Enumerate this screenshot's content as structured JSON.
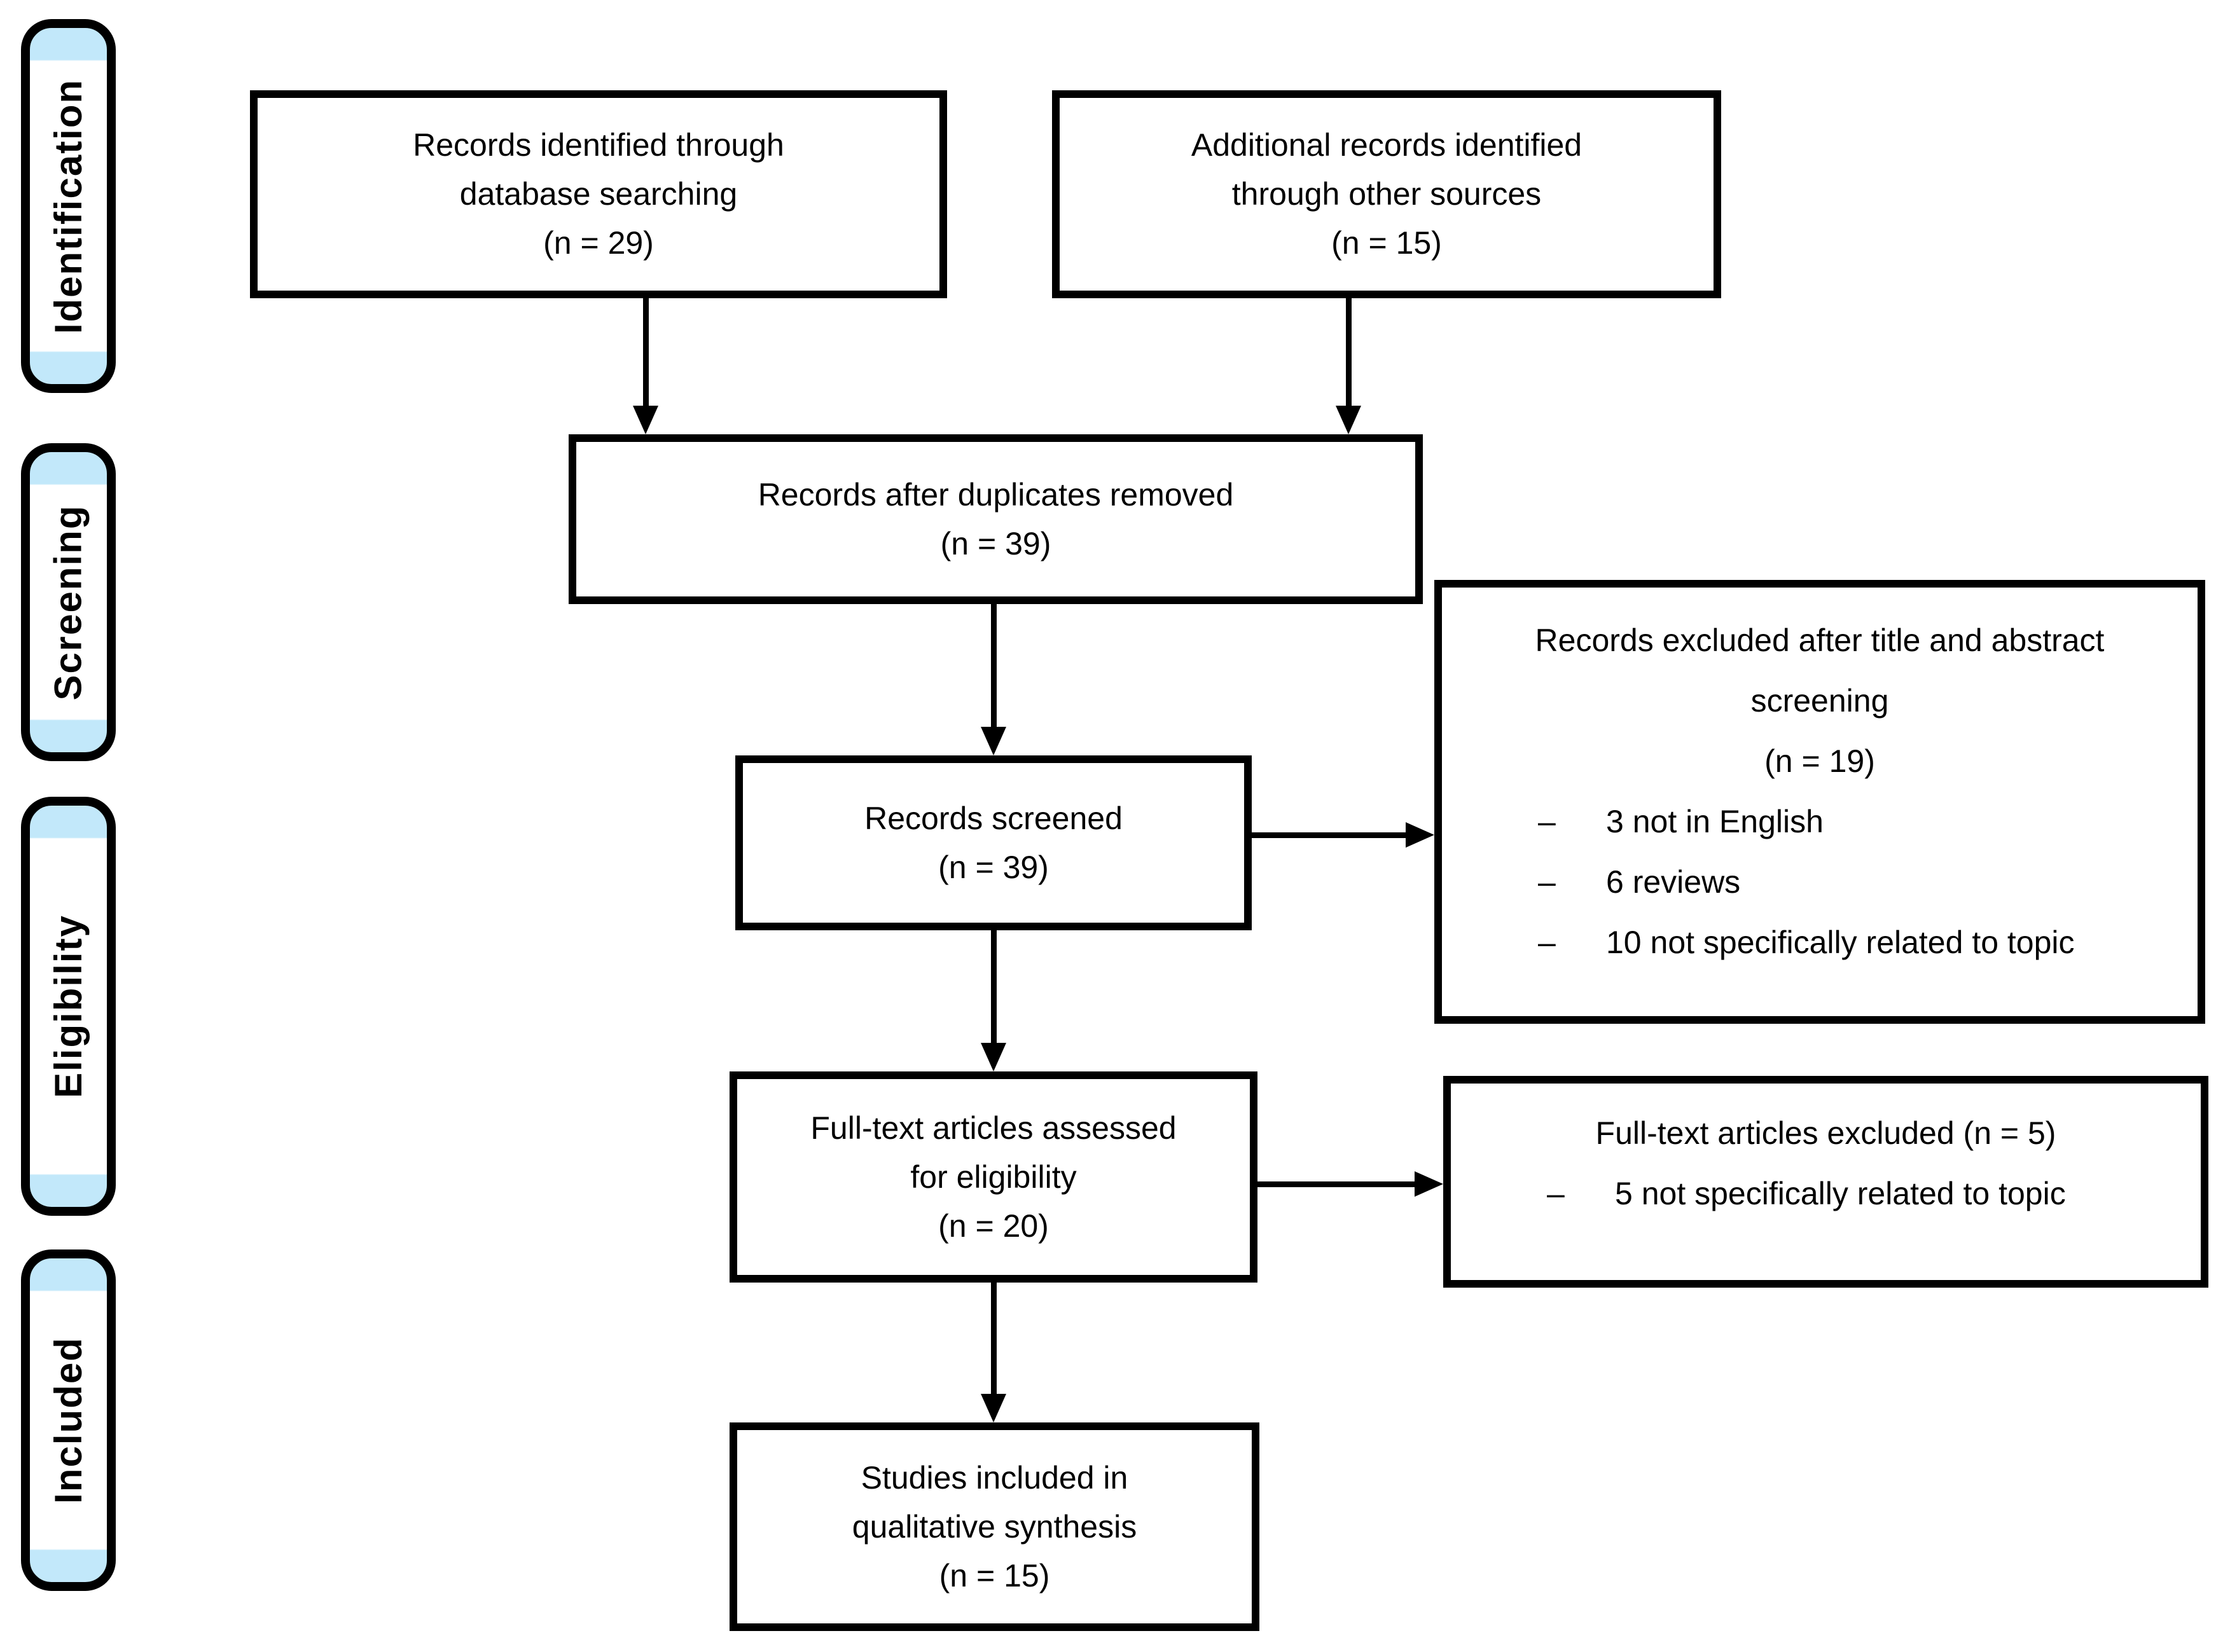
{
  "diagram": {
    "stages": [
      {
        "label": "Identification"
      },
      {
        "label": "Screening"
      },
      {
        "label": "Eligibility"
      },
      {
        "label": "Included"
      }
    ],
    "boxes": {
      "identified": {
        "text": "Records identified through\ndatabase searching\n(n = 29)"
      },
      "additional": {
        "text": "Additional records identified\nthrough other sources\n(n = 15)"
      },
      "duplicates": {
        "text": "Records after duplicates removed\n(n = 39)"
      },
      "screened": {
        "text": "Records screened\n(n = 39)"
      },
      "excluded_screening": {
        "title": "Records excluded after title and abstract\nscreening\n(n = 19)",
        "items": [
          "3 not in English",
          "6 reviews",
          "10 not specifically related to topic"
        ]
      },
      "fulltext": {
        "text": "Full-text articles assessed\nfor eligibility\n(n = 20)"
      },
      "excluded_fulltext": {
        "title": "Full-text articles excluded (n = 5)",
        "items": [
          "5 not specifically related to topic"
        ]
      },
      "included_studies": {
        "text": "Studies included in\nqualitative synthesis\n(n = 15)"
      }
    },
    "glyphs": {
      "dash": "–"
    },
    "colors": {
      "stage_accent": "#C2E8FA",
      "line": "#000000",
      "background": "#FFFFFF"
    }
  }
}
